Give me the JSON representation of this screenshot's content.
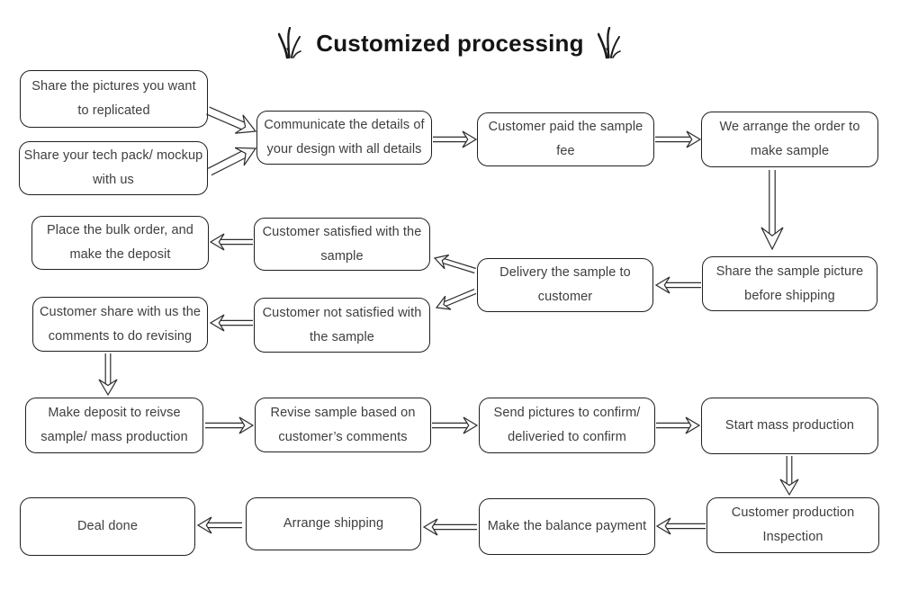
{
  "title": {
    "text": "Customized processing"
  },
  "decorations": {
    "left_icon": "grass-icon",
    "right_icon": "grass-icon"
  },
  "colors": {
    "ink": "#1f1f1f",
    "box_text": "#3e3e3e",
    "background": "#ffffff"
  },
  "boxes": [
    {
      "id": "share-pictures",
      "label": "Share the pictures you want\nto replicated"
    },
    {
      "id": "share-tech-pack",
      "label": "Share your tech pack/ mockup\nwith us"
    },
    {
      "id": "communicate-details",
      "label": "Communicate the details of\nyour design with all details"
    },
    {
      "id": "customer-paid-sample-fee",
      "label": "Customer paid the sample\nfee"
    },
    {
      "id": "we-arrange-order",
      "label": "We arrange the order to\nmake sample"
    },
    {
      "id": "place-bulk-order",
      "label": "Place the bulk order, and\nmake the deposit"
    },
    {
      "id": "customer-satisfied",
      "label": "Customer satisfied with the\nsample"
    },
    {
      "id": "delivery-sample",
      "label": "Delivery the sample to\ncustomer"
    },
    {
      "id": "share-sample-picture",
      "label": "Share the sample picture\nbefore shipping"
    },
    {
      "id": "customer-share-comments",
      "label": "Customer share with us the\ncomments to do revising"
    },
    {
      "id": "customer-not-satisfied",
      "label": "Customer not satisfied with\nthe sample"
    },
    {
      "id": "make-deposit-revise",
      "label": "Make deposit to reivse\nsample/ mass production"
    },
    {
      "id": "revise-sample",
      "label": "Revise sample based on\ncustomer’s comments"
    },
    {
      "id": "send-pictures-confirm",
      "label": "Send pictures to confirm/\ndeliveried to confirm"
    },
    {
      "id": "start-mass-production",
      "label": "Start mass production"
    },
    {
      "id": "deal-done",
      "label": "Deal done"
    },
    {
      "id": "arrange-shipping",
      "label": "Arrange shipping"
    },
    {
      "id": "make-balance-payment",
      "label": "Make the balance payment"
    },
    {
      "id": "customer-production-inspection",
      "label": "Customer production\nInspection"
    }
  ]
}
